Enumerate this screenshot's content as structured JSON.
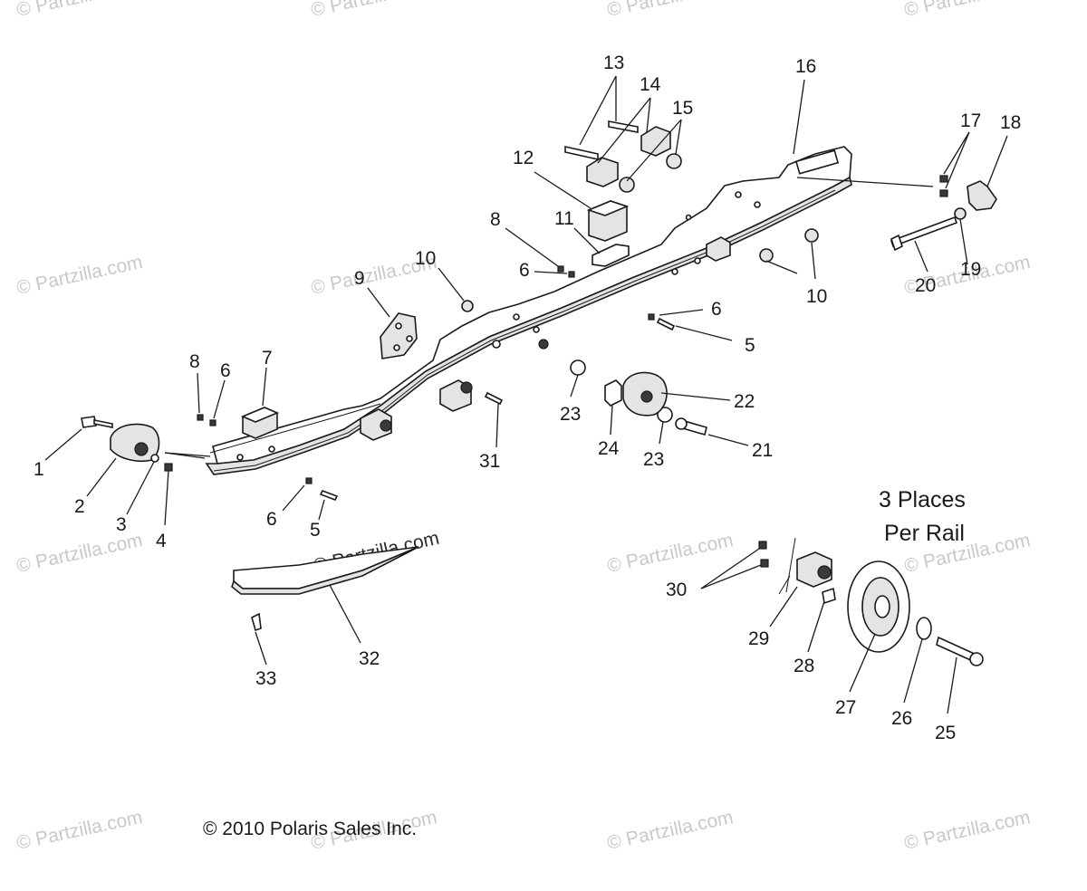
{
  "watermark": "© Partzilla.com",
  "callouts": [
    "1",
    "2",
    "3",
    "4",
    "5",
    "5",
    "6",
    "6",
    "6",
    "6",
    "7",
    "8",
    "8",
    "9",
    "10",
    "10",
    "11",
    "12",
    "13",
    "14",
    "15",
    "16",
    "17",
    "18",
    "19",
    "20",
    "21",
    "22",
    "23",
    "23",
    "24",
    "25",
    "26",
    "27",
    "28",
    "29",
    "30",
    "31",
    "32",
    "33"
  ],
  "note_line1": "3 Places",
  "note_line2": "Per Rail",
  "copyright": "© 2010 Polaris Sales Inc."
}
